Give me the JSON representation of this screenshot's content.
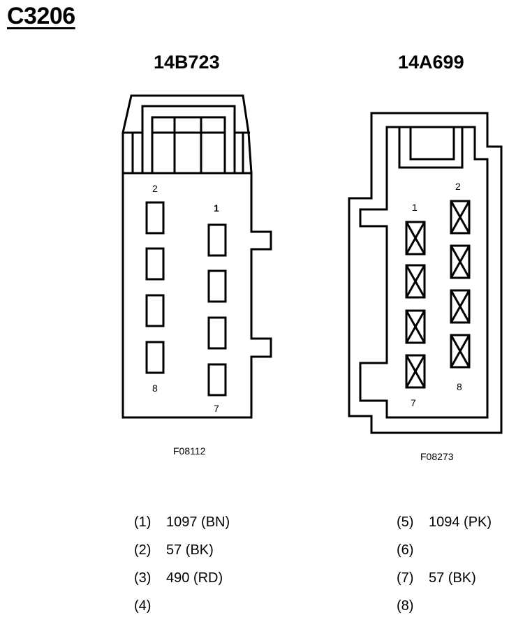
{
  "title": "C3206",
  "connectors": [
    {
      "part": "14B723",
      "ref": "F08112",
      "pins": {
        "first_left": "2",
        "first_right": "1",
        "last_left": "8",
        "last_right": "7"
      }
    },
    {
      "part": "14A699",
      "ref": "F08273",
      "pins": {
        "first_left": "1",
        "first_right": "2",
        "last_left": "7",
        "last_right": "8"
      }
    }
  ],
  "wires": [
    {
      "num": "(1)",
      "desc": "1097 (BN)"
    },
    {
      "num": "(2)",
      "desc": "57 (BK)"
    },
    {
      "num": "(3)",
      "desc": "490 (RD)"
    },
    {
      "num": "(4)",
      "desc": ""
    },
    {
      "num": "(5)",
      "desc": "1094 (PK)"
    },
    {
      "num": "(6)",
      "desc": ""
    },
    {
      "num": "(7)",
      "desc": "57 (BK)"
    },
    {
      "num": "(8)",
      "desc": ""
    }
  ]
}
